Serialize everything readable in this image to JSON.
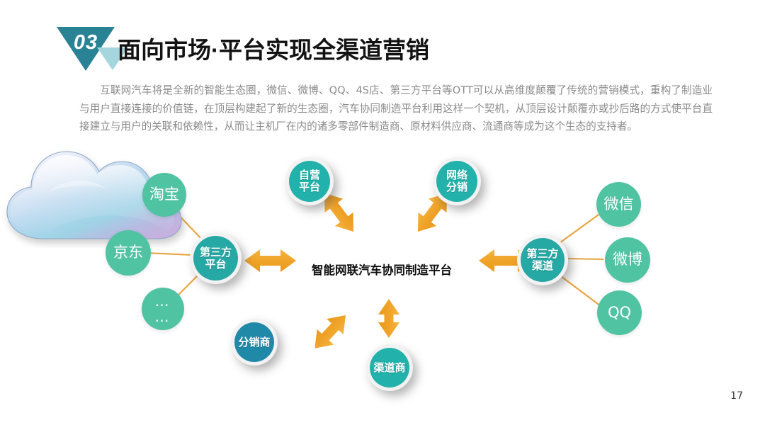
{
  "header": {
    "section_number": "03",
    "title": "面向市场·平台实现全渠道营销"
  },
  "body": {
    "paragraph": "互联网汽车将是全新的智能生态圈，微信、微博、QQ、4S店、第三方平台等OTT可以从高维度颠覆了传统的营销模式，重构了制造业与用户直接连接的价值链，在顶层构建起了新的生态圈，汽车协同制造平台利用这样一个契机，从顶层设计颠覆亦或抄后路的方式使平台直接建立与用户的关联和依赖性，从而让主机厂在内的诸多零部件制造商、原材料供应商、流通商等成为这个生态的支持者。"
  },
  "diagram": {
    "cloud_label": "智能网联汽车协同制造平台",
    "nodes": {
      "taobao": "淘宝",
      "jingdong": "京东",
      "ellipsis": "…\n…",
      "third_party_platform": "第三方\n平台",
      "self_operated_platform": "自营\n平台",
      "network_distribution": "网络\n分销",
      "distributor": "分销商",
      "channel_dealer": "渠道商",
      "third_party_channel": "第三方\n渠道",
      "wechat": "微信",
      "weibo": "微博",
      "qq": "QQ"
    }
  },
  "footer": {
    "page_number": "17"
  },
  "colors": {
    "triangle_dark": "#2a8395",
    "triangle_light": "#a6d6dd",
    "leaf_green": "#50c3a2",
    "hub_teal": "#26a8a5",
    "node_blue": "#2189a8",
    "node_teal": "#23b2ab",
    "arrow_orange": "#f0a52e",
    "connector_orange": "#e8a33d",
    "text_gray": "#8a8a8a"
  }
}
